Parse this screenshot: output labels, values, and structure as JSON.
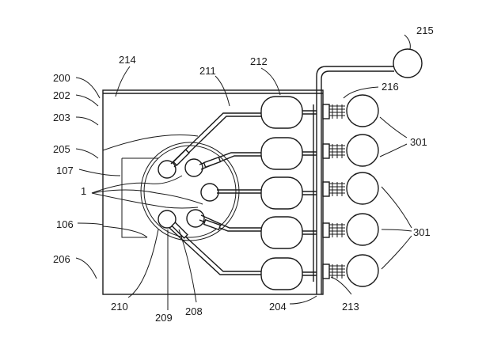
{
  "labels": {
    "l200": "200",
    "l202": "202",
    "l203": "203",
    "l205": "205",
    "l107": "107",
    "l1": "1",
    "l106": "106",
    "l206": "206",
    "l214": "214",
    "l211": "211",
    "l212": "212",
    "l215": "215",
    "l216": "216",
    "l301a": "301",
    "l301b": "301",
    "l210": "210",
    "l209": "209",
    "l208": "208",
    "l204": "204",
    "l213": "213"
  }
}
